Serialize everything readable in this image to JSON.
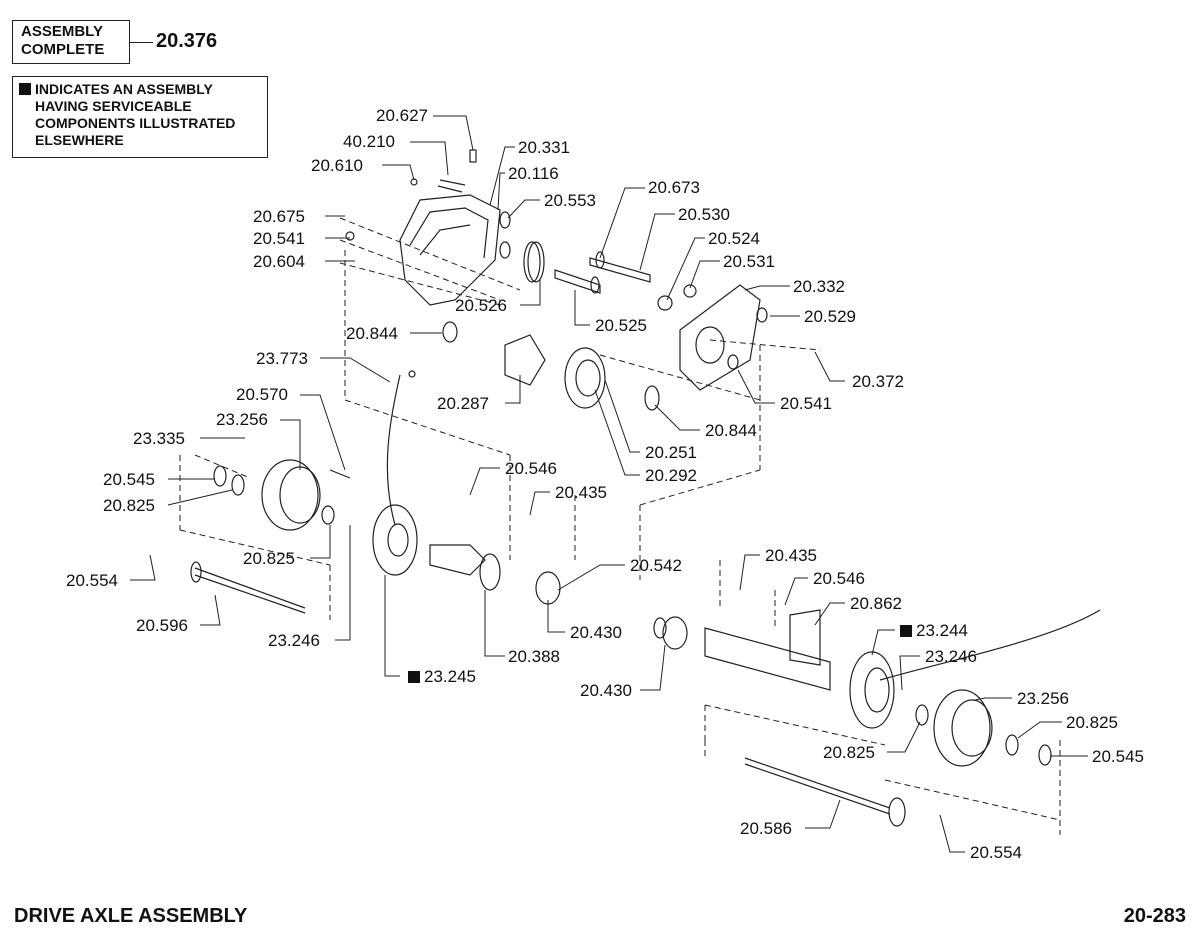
{
  "assembly_box": {
    "line1": "ASSEMBLY",
    "line2": "COMPLETE",
    "number": "20.376"
  },
  "note": {
    "lines": [
      "INDICATES AN ASSEMBLY",
      "HAVING SERVICEABLE",
      "COMPONENTS ILLUSTRATED",
      "ELSEWHERE"
    ]
  },
  "title": "DRIVE AXLE ASSEMBLY",
  "page_number": "20-283",
  "callouts": [
    {
      "text": "20.627",
      "assembly": false
    },
    {
      "text": "40.210",
      "assembly": false
    },
    {
      "text": "20.331",
      "assembly": false
    },
    {
      "text": "20.610",
      "assembly": false
    },
    {
      "text": "20.116",
      "assembly": false
    },
    {
      "text": "20.673",
      "assembly": false
    },
    {
      "text": "20.553",
      "assembly": false
    },
    {
      "text": "20.530",
      "assembly": false
    },
    {
      "text": "20.675",
      "assembly": false
    },
    {
      "text": "20.524",
      "assembly": false
    },
    {
      "text": "20.541",
      "assembly": false
    },
    {
      "text": "20.531",
      "assembly": false
    },
    {
      "text": "20.604",
      "assembly": false
    },
    {
      "text": "20.332",
      "assembly": false
    },
    {
      "text": "20.526",
      "assembly": false
    },
    {
      "text": "20.529",
      "assembly": false
    },
    {
      "text": "20.525",
      "assembly": false
    },
    {
      "text": "20.844",
      "assembly": false
    },
    {
      "text": "23.773",
      "assembly": false
    },
    {
      "text": "20.372",
      "assembly": false
    },
    {
      "text": "20.570",
      "assembly": false
    },
    {
      "text": "20.287",
      "assembly": false
    },
    {
      "text": "20.541",
      "assembly": false
    },
    {
      "text": "23.256",
      "assembly": false
    },
    {
      "text": "20.844",
      "assembly": false
    },
    {
      "text": "23.335",
      "assembly": false
    },
    {
      "text": "20.251",
      "assembly": false
    },
    {
      "text": "20.546",
      "assembly": false
    },
    {
      "text": "20.292",
      "assembly": false
    },
    {
      "text": "20.545",
      "assembly": false
    },
    {
      "text": "20.825",
      "assembly": false
    },
    {
      "text": "20.435",
      "assembly": false
    },
    {
      "text": "20.825",
      "assembly": false
    },
    {
      "text": "20.542",
      "assembly": false
    },
    {
      "text": "20.435",
      "assembly": false
    },
    {
      "text": "20.554",
      "assembly": false
    },
    {
      "text": "20.546",
      "assembly": false
    },
    {
      "text": "20.596",
      "assembly": false
    },
    {
      "text": "20.862",
      "assembly": false
    },
    {
      "text": "20.430",
      "assembly": false
    },
    {
      "text": "23.246",
      "assembly": false
    },
    {
      "text": "23.244",
      "assembly": true
    },
    {
      "text": "20.388",
      "assembly": false
    },
    {
      "text": "23.246",
      "assembly": false
    },
    {
      "text": "23.245",
      "assembly": true
    },
    {
      "text": "20.430",
      "assembly": false
    },
    {
      "text": "23.256",
      "assembly": false
    },
    {
      "text": "20.825",
      "assembly": false
    },
    {
      "text": "20.825",
      "assembly": false
    },
    {
      "text": "20.545",
      "assembly": false
    },
    {
      "text": "20.586",
      "assembly": false
    },
    {
      "text": "20.554",
      "assembly": false
    }
  ]
}
